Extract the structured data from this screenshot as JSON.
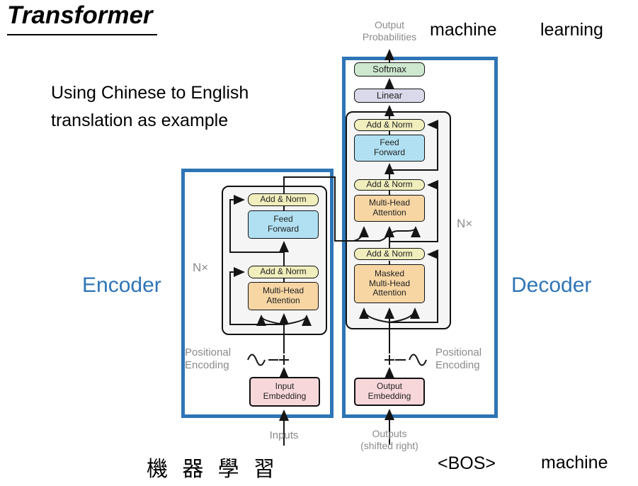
{
  "slide": {
    "title": "Transformer",
    "subtitle": "Using Chinese to English\ntranslation as example",
    "encoder_label": "Encoder",
    "decoder_label": "Decoder",
    "output_word_1": "machine",
    "output_word_2": "learning",
    "input_chinese": "機 器 學 習",
    "bos_token": "<BOS>",
    "decoder_input_word": "machine"
  },
  "diagram": {
    "output_probabilities": "Output\nProbabilities",
    "softmax": "Softmax",
    "linear": "Linear",
    "add_norm": "Add & Norm",
    "feed_forward": "Feed\nForward",
    "multi_head_attention": "Multi-Head\nAttention",
    "masked_multi_head_attention": "Masked\nMulti-Head\nAttention",
    "input_embedding": "Input\nEmbedding",
    "output_embedding": "Output\nEmbedding",
    "positional_encoding": "Positional\nEncoding",
    "inputs_label": "Inputs",
    "outputs_label": "Outputs\n(shifted right)",
    "n_times": "N×"
  },
  "icons": {
    "plus_circle": "plus-in-circle (vector add)",
    "sine_circle": "sine-wave-in-circle (positional encoding)"
  },
  "colors": {
    "accent_blue": "#2E75B6",
    "softmax_green": "#cde8cf",
    "linear_purple": "#d9d9ea",
    "add_norm_yellow": "#f0eebc",
    "feed_forward_blue": "#b0e0f2",
    "attention_orange": "#f7d6a4",
    "embedding_pink": "#f8d7da",
    "gray_label": "#8a8a8a"
  }
}
